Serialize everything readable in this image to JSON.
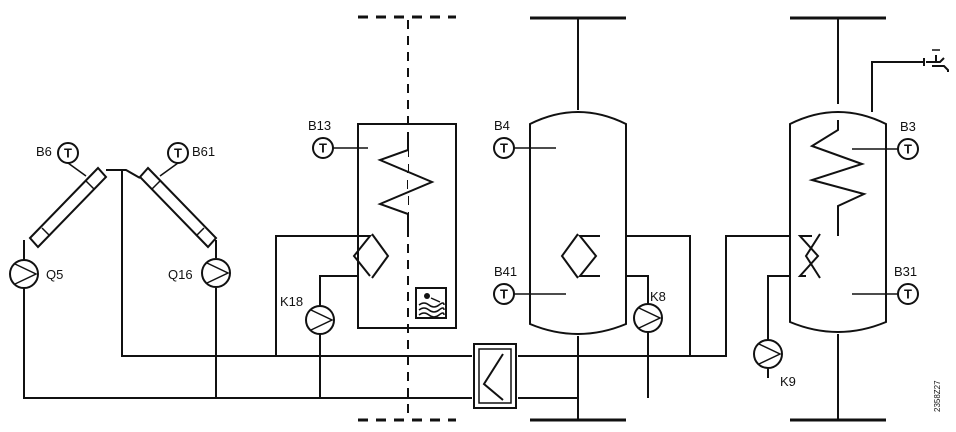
{
  "collectors": {
    "left_sensor": "B6",
    "right_sensor": "B61"
  },
  "pumps": {
    "q5": "Q5",
    "q16": "Q16",
    "k18": "K18",
    "k8": "K8",
    "k9": "K9"
  },
  "pool": {
    "sensor": "B13"
  },
  "buffer_tank": {
    "top_sensor": "B4",
    "bottom_sensor": "B41"
  },
  "dhw_tank": {
    "top_sensor": "B3",
    "bottom_sensor": "B31"
  },
  "temperature_symbol": "T",
  "drawing_number": "2358Z27"
}
